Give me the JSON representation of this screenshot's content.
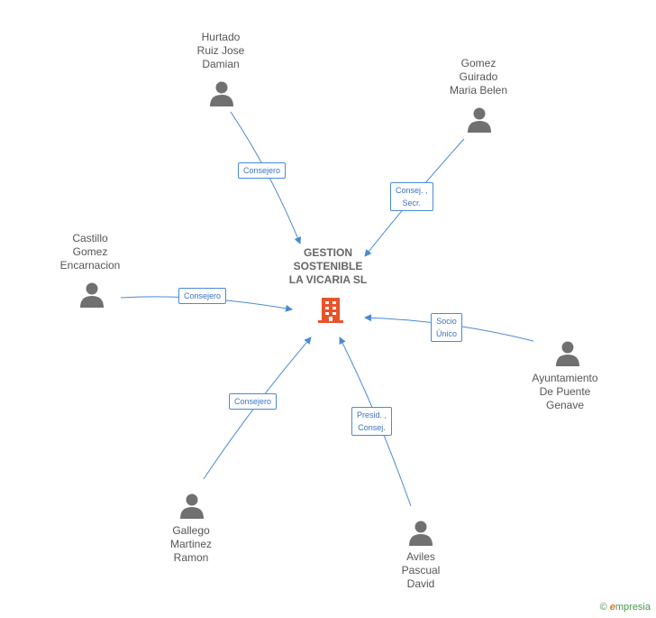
{
  "center": {
    "name": "GESTION\nSOSTENIBLE\nLA VICARIA SL",
    "icon": "building-icon",
    "color": "#e8542a"
  },
  "people": [
    {
      "id": "hurtado",
      "name": "Hurtado\nRuiz Jose\nDamian",
      "role": "Consejero"
    },
    {
      "id": "gomez-guirado",
      "name": "Gomez\nGuirado\nMaria Belen",
      "role": "Consej. ,\nSecr."
    },
    {
      "id": "castillo",
      "name": "Castillo\nGomez\nEncarnacion",
      "role": "Consejero"
    },
    {
      "id": "ayuntamiento",
      "name": "Ayuntamiento\nDe Puente\nGenave",
      "role": "Socio\nÚnico"
    },
    {
      "id": "gallego",
      "name": "Gallego\nMartinez\nRamon",
      "role": "Consejero"
    },
    {
      "id": "aviles",
      "name": "Aviles\nPascual\nDavid",
      "role": "Presid. ,\nConsej."
    }
  ],
  "footer": {
    "copyright": "©",
    "brand_initial": "e",
    "brand_rest": "mpresia"
  },
  "colors": {
    "edge": "#4a8ad6",
    "person": "#707070",
    "text": "#555555"
  }
}
